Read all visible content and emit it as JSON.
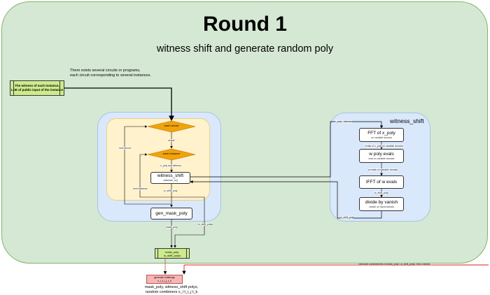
{
  "title": "Round 1",
  "subtitle": "witness shift and generate random poly",
  "note": {
    "line1": "There exists several circuits or programs,",
    "line2": "each circuit corresponding to several instances."
  },
  "input_box": {
    "line1": "The witness of each instance,",
    "line2": "LDE of public input of the instance"
  },
  "left_flow": {
    "each_circuit": "each circuit",
    "each_instance": "each instance",
    "witness_shift": {
      "title": "witness_shift",
      "sub": "calculate_w()"
    },
    "gen_mask_poly": "gen_mask_poly",
    "labels": {
      "circuit": "circuit",
      "x_poly_and_witness": "x_poly and witness",
      "w_shift_poly": "w_shift_poly",
      "next_circuit": "next circuit",
      "next_instance": "next instance",
      "mask_poly": "mask_poly",
      "w_shift_polys": "w_shift_polys"
    }
  },
  "right_panel": {
    "title": "witness_shift",
    "nodes": [
      {
        "title": "FFT of x_poly",
        "sub": "on variable domain"
      },
      {
        "title": "w poly evals",
        "sub": "eval on variable domain"
      },
      {
        "title": "IFFT of w evals",
        "sub": ""
      },
      {
        "title": "divide by vanish",
        "sub": "vanish on input domain"
      }
    ],
    "labels": {
      "x_poly_witness": "x_poly / witness",
      "evals": "evals of x_poly on variable domain",
      "w_evals": "w evals on variable domain",
      "w_shift_poly": "w_shift_poly",
      "w_shift_poly_out": "w_shift_poly"
    }
  },
  "output_box": {
    "line1": "mask_poly,",
    "line2": "w_shift_polys"
  },
  "commit_label": "calculate commitments of mask_poly / w_shift_polys, then commit",
  "challenge": {
    "line1": "generate challenge",
    "line2": "v_i_t_i_j_t_k"
  },
  "bottom": {
    "line1": "mask_poly, witness_shift polys,",
    "line2": "random combiners v_i t_i_j t_k"
  },
  "colors": {
    "green_panel": "#d5e8d4",
    "blue_panel": "#dae8fc",
    "yellow_panel": "#fff2cc",
    "diamond": "#f0a30a",
    "green_box": "#cdeb8b",
    "challenge_fill": "#f8b5b5",
    "commit_line": "#e02020"
  }
}
